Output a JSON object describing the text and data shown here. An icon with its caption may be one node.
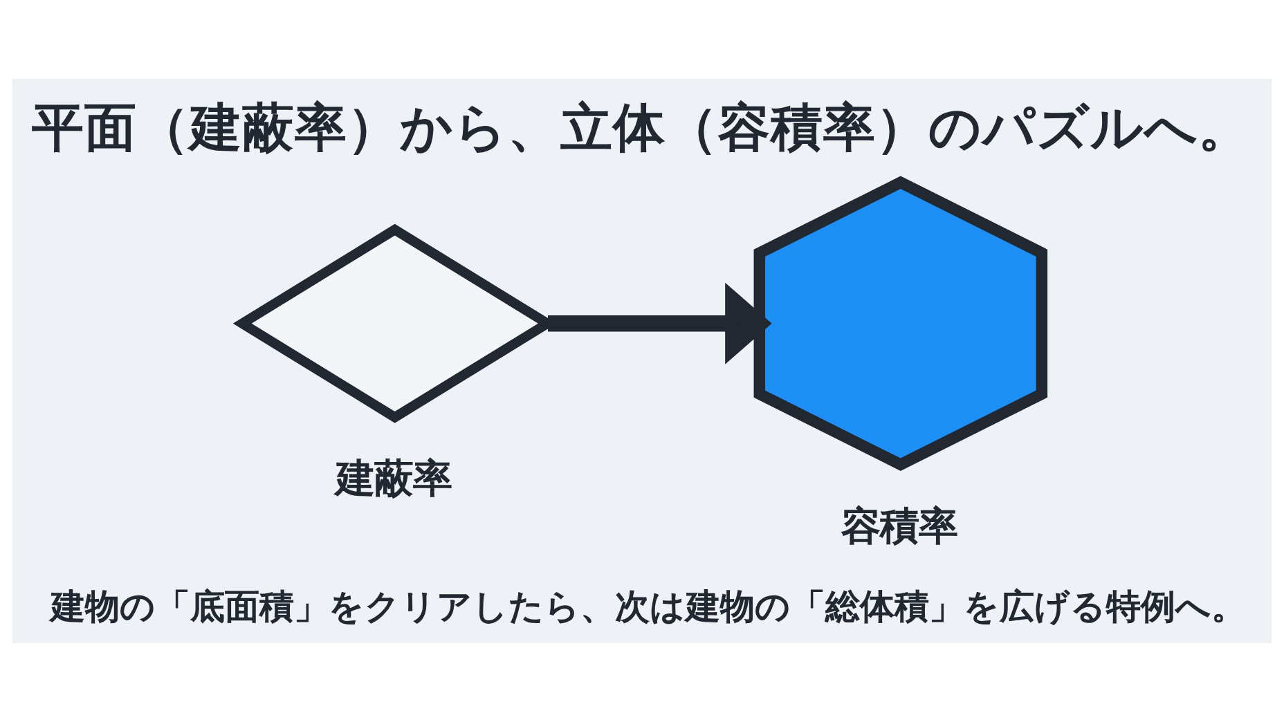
{
  "diagram": {
    "title": "平面（建蔽率）から、立体（容積率）のパズルへ。",
    "caption": "建物の「底面積」をクリアしたら、次は建物の「総体積」を広げる特例へ。",
    "nodes": [
      {
        "text": [],
        "shape": "diamond",
        "beside": [
          "建蔽率"
        ]
      },
      {
        "text": [],
        "shape": "cube",
        "beside": [
          "容積率"
        ]
      }
    ],
    "edges": [
      {
        "from": 0,
        "to": 1,
        "arrow": "to"
      }
    ]
  }
}
